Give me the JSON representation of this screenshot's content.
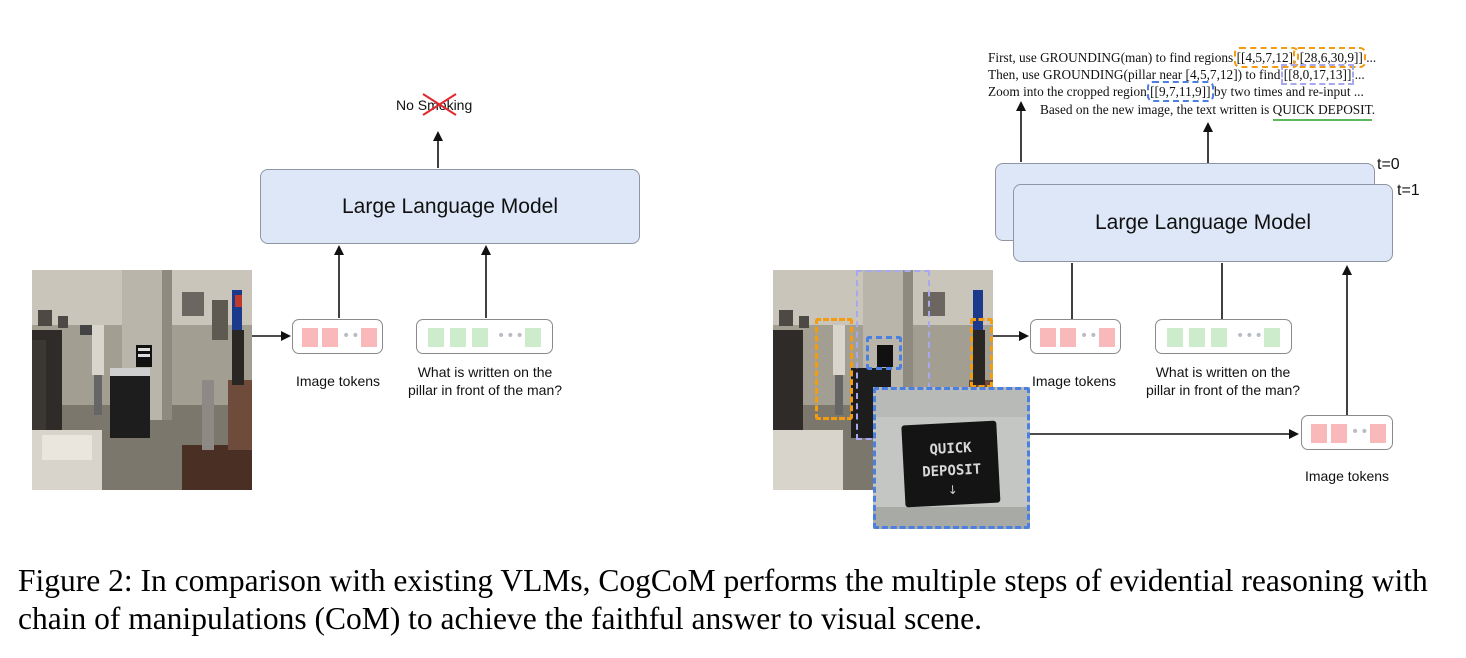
{
  "left_panel": {
    "output_text": "No Smoking",
    "llm_label": "Large Language Model",
    "image_tokens_label": "Image tokens",
    "question_line1": "What is written on the",
    "question_line2": "pillar in front of the man?"
  },
  "right_panel": {
    "reasoning": {
      "line1_prefix": "First, use GROUNDING(man) to find regions ",
      "line1_box1": "[[4,5,7,12],",
      "line1_box2": " [28,6,30,9]]",
      "line1_suffix": "...",
      "line2_prefix": "Then, use GROUNDING(pillar near [4,5,7,12]) to find ",
      "line2_box": "[[8,0,17,13]]",
      "line2_suffix": "...",
      "line3_prefix": "Zoom into the cropped region ",
      "line3_box": "[[9,7,11,9]]",
      "line3_suffix": " by two times and re-input ...",
      "line4_prefix": "Based on the new image, the text written is ",
      "line4_answer": "QUICK DEPOSIT",
      "line4_suffix": "."
    },
    "t0_label": "t=0",
    "t1_label": "t=1",
    "llm_label": "Large Language Model",
    "image_tokens_label": "Image tokens",
    "question_line1": "What is written on the",
    "question_line2": "pillar in front of the man?",
    "image_tokens_label_2": "Image tokens",
    "crop_sign_line1": "QUICK",
    "crop_sign_line2": "DEPOSIT"
  },
  "caption": "Figure 2: In comparison with existing VLMs, CogCoM performs the multiple steps of evidential reasoning with chain of manipulations (CoM) to achieve the faithful answer to visual scene.",
  "colors": {
    "llm_fill": "#dde7f7",
    "red_token": "#f9b9bb",
    "green_token": "#cdeccc",
    "blue_dash": "#4b7fe0",
    "orange_dash": "#f39c12",
    "answer_underline": "#5cb85c"
  }
}
